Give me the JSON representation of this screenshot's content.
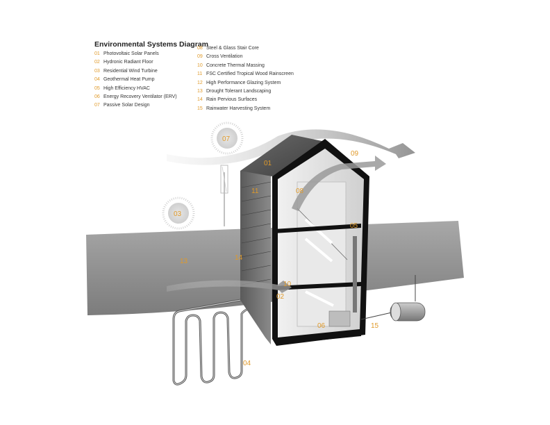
{
  "title": "Environmental Systems Diagram",
  "legend_left": [
    {
      "num": "01",
      "label": "Photovoltaic Solar Panels"
    },
    {
      "num": "02",
      "label": "Hydronic Radiant Floor"
    },
    {
      "num": "03",
      "label": "Residential Wind Turbine"
    },
    {
      "num": "04",
      "label": "Geothermal Heat Pump"
    },
    {
      "num": "05",
      "label": "High Efficiency HVAC"
    },
    {
      "num": "06",
      "label": "Energy Recovery Ventilator (ERV)"
    },
    {
      "num": "07",
      "label": "Passive Solar Design"
    }
  ],
  "legend_right": [
    {
      "num": "08",
      "label": "Steel & Glass Stair Core"
    },
    {
      "num": "09",
      "label": "Cross Ventilation"
    },
    {
      "num": "10",
      "label": "Concrete Thermal Massing"
    },
    {
      "num": "11",
      "label": "FSC Certified Tropical Wood Rainscreen"
    },
    {
      "num": "12",
      "label": "High Performance Glazing System"
    },
    {
      "num": "13",
      "label": "Drought Tolerant Landscaping"
    },
    {
      "num": "14",
      "label": "Rain Pervious Surfaces"
    },
    {
      "num": "15",
      "label": "Rainwater Harvesting System"
    }
  ],
  "tags": {
    "t01": "01",
    "t02": "02",
    "t03": "03",
    "t04": "04",
    "t05": "05",
    "t06": "06",
    "t07": "07",
    "t08": "08",
    "t09": "09",
    "t10": "10",
    "t11": "11",
    "t13": "13",
    "t14": "14",
    "t15": "15"
  },
  "colors": {
    "accent": "#e09a2a",
    "ground": "#8f8f8f",
    "wall": "#111111",
    "sun": "#d9d9d9"
  }
}
